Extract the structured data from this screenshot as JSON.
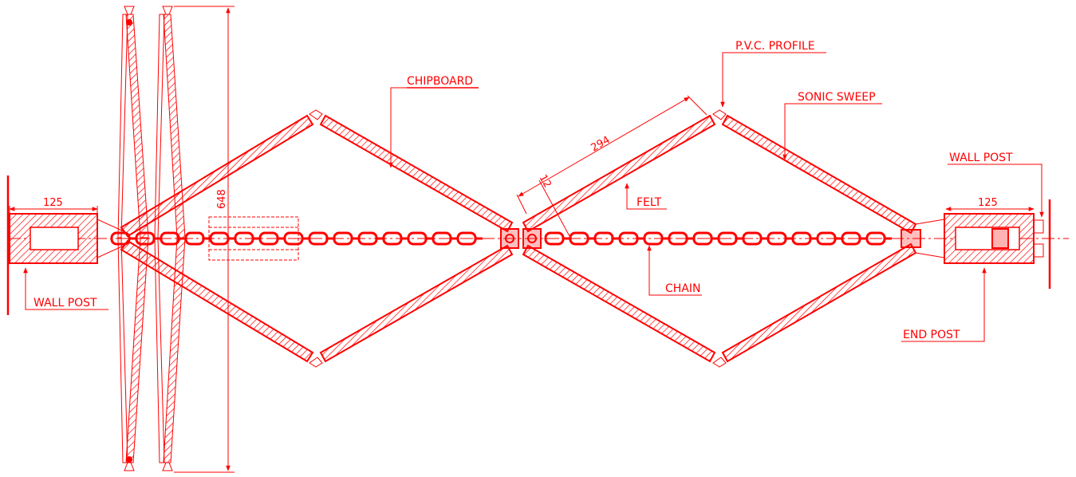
{
  "colors": {
    "ink": "#ff0000",
    "background": "#ffffff"
  },
  "labels": {
    "chipboard": "CHIPBOARD",
    "pvc_profile": "P.V.C. PROFILE",
    "sonic_sweep": "SONIC SWEEP",
    "wall_post_left": "WALL POST",
    "wall_post_right": "WALL POST",
    "felt": "FELT",
    "chain": "CHAIN",
    "end_post": "END POST"
  },
  "dimensions": {
    "post_width_left": "125",
    "post_width_right": "125",
    "panel_length": "294",
    "panel_thickness": "12",
    "stack_height": "648"
  }
}
